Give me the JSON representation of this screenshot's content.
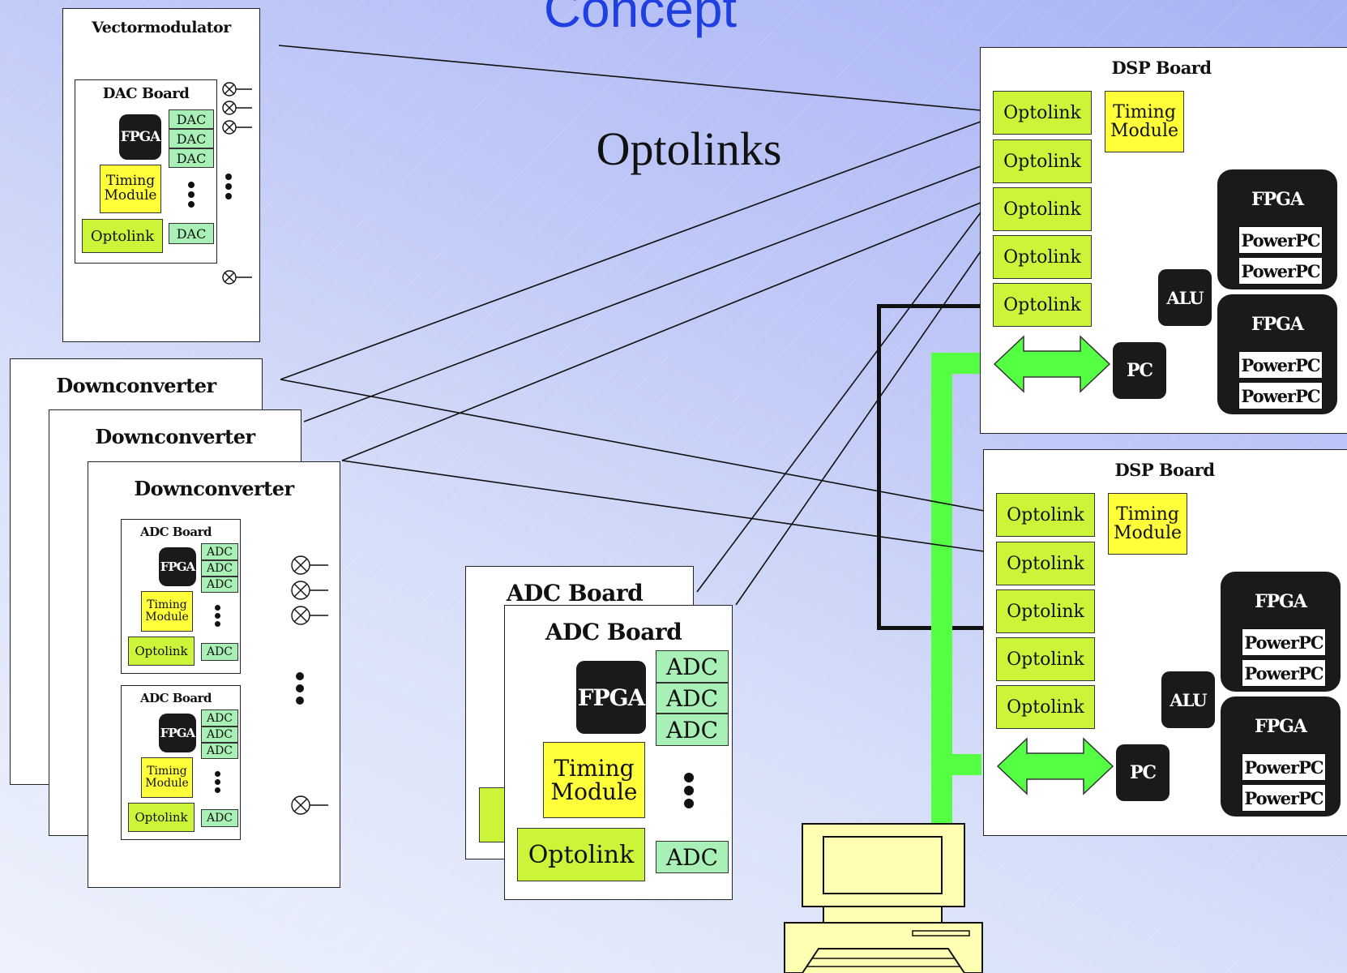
{
  "title": "Concept",
  "caption": "Optolinks",
  "vm": {
    "title": "Vectormodulator",
    "board": "DAC Board",
    "fpga": "FPGA",
    "dac": "DAC",
    "timing": "Timing Module",
    "opto": "Optolink"
  },
  "down": {
    "title": "Downconverter",
    "board": "ADC Board",
    "fpga": "FPGA",
    "adc": "ADC",
    "timing": "Timing Module",
    "opto": "Optolink"
  },
  "adcb": {
    "title": "ADC Board",
    "fpga": "FPGA",
    "adc": "ADC",
    "timing": "Timing Module",
    "opto": "Optolink"
  },
  "dsp": {
    "title": "DSP Board",
    "opto": "Optolink",
    "timing": "Timing Module",
    "fpga": "FPGA",
    "ppc": "PowerPC",
    "alu": "ALU",
    "pc": "PC"
  },
  "colors": {
    "title": "#1f3fe0",
    "optolink": "#ccf53a",
    "timing": "#ffff3a",
    "converter": "#a8f0b6",
    "bus": "#55ff44",
    "computer": "#ffffb3"
  }
}
